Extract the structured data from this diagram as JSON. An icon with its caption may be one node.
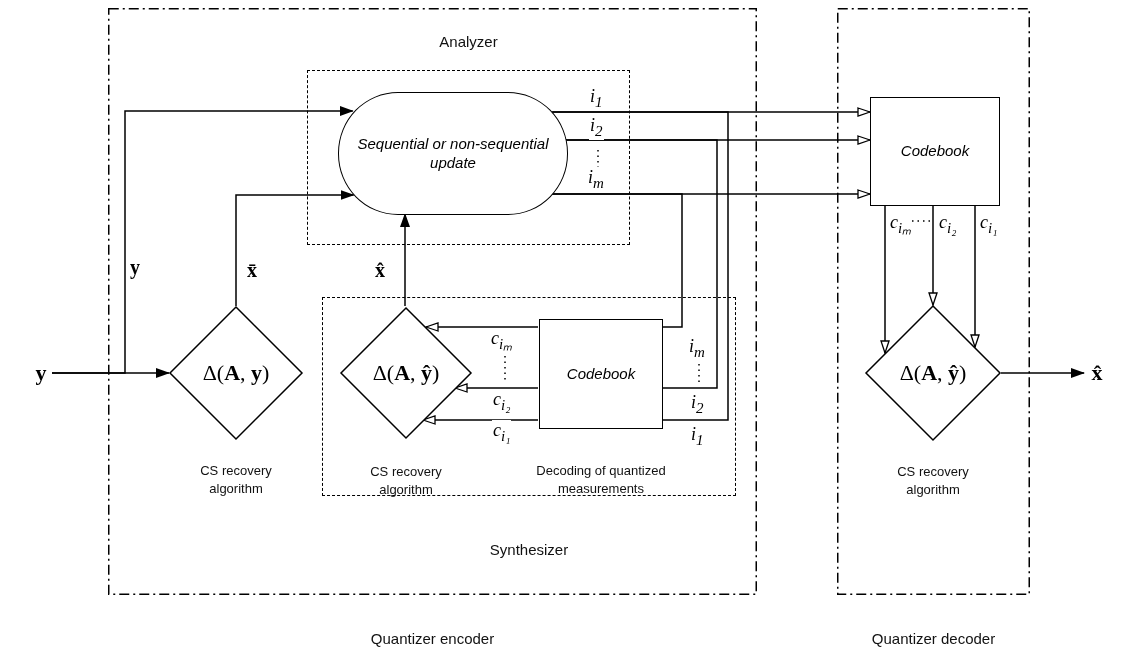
{
  "diagram": {
    "nodes": [
      {
        "text": [
          "Quantizer encoder"
        ]
      },
      {
        "text": [
          "Analyzer"
        ],
        "in": 0
      },
      {
        "text": [
          "Sequential or non-sequential update"
        ],
        "in": 1
      },
      {
        "text": [
          "Synthesizer"
        ],
        "in": 0
      },
      {
        "text": [
          "Δ(**A**, **ŷ**)"
        ],
        "in": 3,
        "beside": [
          "CS recovery algorithm"
        ]
      },
      {
        "text": [
          "Codebook"
        ],
        "in": 3,
        "beside": [
          "Decoding of quantized measurements"
        ]
      },
      {
        "text": [
          "Δ(**A**, **y**)"
        ],
        "in": 0,
        "beside": [
          "CS recovery algorithm"
        ]
      },
      {
        "text": [
          "Quantizer decoder"
        ]
      },
      {
        "text": [
          "Codebook"
        ],
        "in": 7
      },
      {
        "text": [
          "Δ(**A**, **ŷ**)"
        ],
        "in": 7,
        "beside": [
          "CS recovery algorithm"
        ]
      },
      {
        "text": [
          "**y**"
        ]
      },
      {
        "text": [
          "**x̂**"
        ]
      }
    ],
    "edges": [
      {
        "from": 10,
        "to": 6,
        "arrow": "to"
      },
      {
        "from": 10,
        "to": 2,
        "arrow": "to",
        "label": "**y**"
      },
      {
        "from": 6,
        "to": 2,
        "arrow": "to",
        "label": "**x̄**"
      },
      {
        "from": 4,
        "to": 2,
        "arrow": "to",
        "label": "**x̂**"
      },
      {
        "from": 2,
        "to": 8,
        "arrow": "to",
        "label": "i$_{1}$"
      },
      {
        "from": 2,
        "to": 8,
        "arrow": "to",
        "label": "i$_{2}$"
      },
      {
        "from": 2,
        "to": 8,
        "arrow": "to",
        "label": "i$_{m}$"
      },
      {
        "from": 2,
        "to": 5,
        "arrow": "none",
        "label": "i$_{m}$"
      },
      {
        "from": 2,
        "to": 5,
        "arrow": "none",
        "label": "i$_{2}$"
      },
      {
        "from": 2,
        "to": 5,
        "arrow": "none",
        "label": "i$_{1}$"
      },
      {
        "from": 5,
        "to": 4,
        "arrow": "to",
        "label": "c$_{iₘ}$"
      },
      {
        "from": 5,
        "to": 4,
        "arrow": "to",
        "label": "c$_{i₂}$"
      },
      {
        "from": 5,
        "to": 4,
        "arrow": "to",
        "label": "c$_{i₁}$"
      },
      {
        "from": 8,
        "to": 9,
        "arrow": "to",
        "label": "c$_{iₘ}$"
      },
      {
        "from": 8,
        "to": 9,
        "arrow": "to",
        "label": "c$_{i₂}$"
      },
      {
        "from": 8,
        "to": 9,
        "arrow": "to",
        "label": "c$_{i₁}$"
      },
      {
        "from": 9,
        "to": 11,
        "arrow": "to"
      }
    ]
  }
}
